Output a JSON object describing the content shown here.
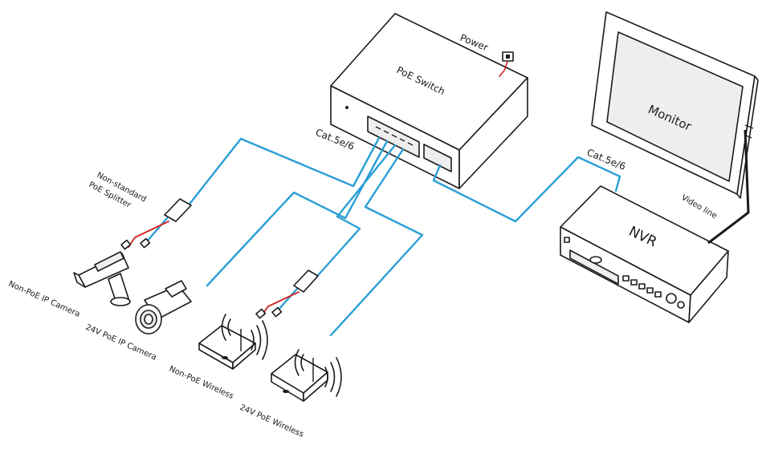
{
  "labels": {
    "power": "Power",
    "poe_switch": "PoE Switch",
    "monitor": "Monitor",
    "nvr": "NVR",
    "cat_left": "Cat.5e/6",
    "cat_right": "Cat.5e/6",
    "video_line": "Video line",
    "splitter_line1": "Non-standard",
    "splitter_line2": "PoE Splitter",
    "non_poe_ip_camera": "Non-PoE IP Camera",
    "poe_ip_camera_24v": "24V PoE IP Camera",
    "non_poe_wireless": "Non-PoE Wireless",
    "poe_wireless_24v": "24V PoE Wireless"
  },
  "colors": {
    "cable": "#2a9fd6",
    "power_wire": "#d42020",
    "outline": "#1a1a1a"
  }
}
